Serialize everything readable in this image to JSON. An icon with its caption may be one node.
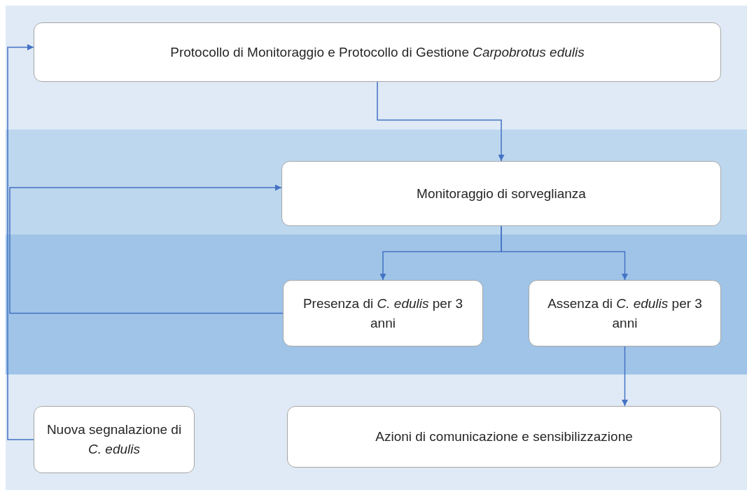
{
  "diagram": {
    "nodes": [
      {
        "text": [
          "Protocollo di Monitoraggio e Protocollo di Gestione *Carpobrotus edulis*"
        ]
      },
      {
        "text": [
          "Monitoraggio di sorveglianza"
        ]
      },
      {
        "text": [
          "Presenza di *C. edulis* per 3 anni"
        ]
      },
      {
        "text": [
          "Assenza di *C. edulis* per 3 anni"
        ]
      },
      {
        "text": [
          "Nuova segnalazione di *C. edulis*"
        ]
      },
      {
        "text": [
          "Azioni di comunicazione e sensibilizzazione"
        ]
      }
    ],
    "edges": [
      {
        "from": 0,
        "to": 1,
        "arrow": "to"
      },
      {
        "from": 1,
        "to": 2,
        "arrow": "to"
      },
      {
        "from": 1,
        "to": 3,
        "arrow": "to"
      },
      {
        "from": 2,
        "to": 1,
        "arrow": "to"
      },
      {
        "from": 3,
        "to": 5,
        "arrow": "to"
      },
      {
        "from": 4,
        "to": 0,
        "arrow": "to"
      }
    ]
  }
}
